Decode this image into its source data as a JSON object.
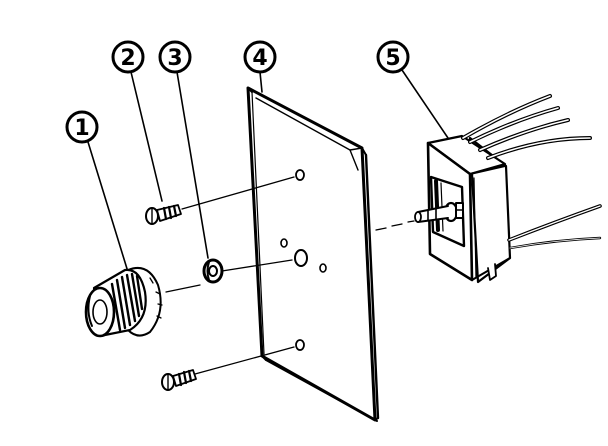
{
  "callouts": [
    {
      "number": "1",
      "part": "knob"
    },
    {
      "number": "2",
      "part": "screw"
    },
    {
      "number": "3",
      "part": "nut"
    },
    {
      "number": "4",
      "part": "wall-plate"
    },
    {
      "number": "5",
      "part": "dimmer-switch"
    }
  ],
  "colors": {
    "ink": "#000000",
    "paper": "#ffffff"
  }
}
